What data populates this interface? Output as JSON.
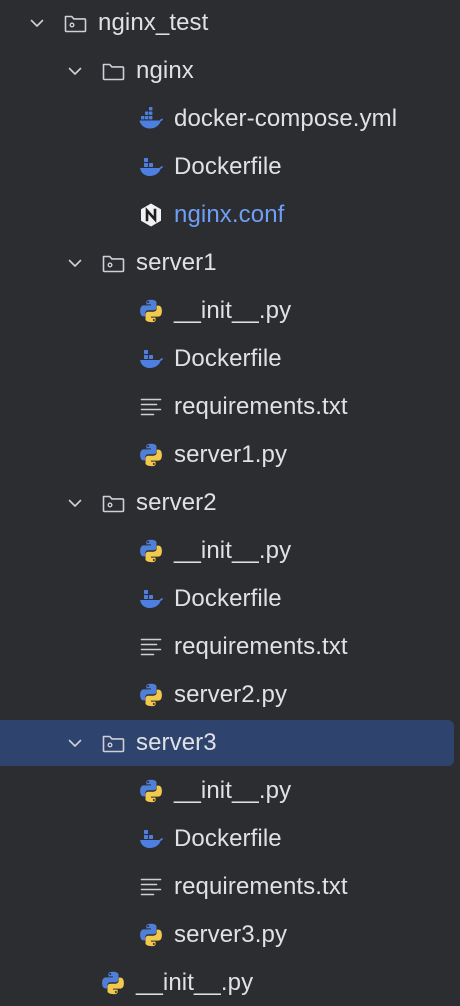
{
  "colors": {
    "background": "#2B2D30",
    "text": "#DFE1E5",
    "selection": "#2E436E",
    "link_text": "#6F9EF6",
    "docker_blue": "#4C7FDF",
    "python_blue": "#4F7FD8",
    "python_yellow": "#F2C94C"
  },
  "tree": [
    {
      "label": "nginx_test",
      "type": "folder",
      "icon": "module-folder-icon",
      "depth": 0,
      "expanded": true
    },
    {
      "label": "nginx",
      "type": "folder",
      "icon": "folder-icon",
      "depth": 1,
      "expanded": true
    },
    {
      "label": "docker-compose.yml",
      "type": "file",
      "icon": "docker-compose-icon",
      "depth": 2
    },
    {
      "label": "Dockerfile",
      "type": "file",
      "icon": "docker-icon",
      "depth": 2
    },
    {
      "label": "nginx.conf",
      "type": "file",
      "icon": "nginx-icon",
      "depth": 2,
      "link": true
    },
    {
      "label": "server1",
      "type": "folder",
      "icon": "module-folder-icon",
      "depth": 1,
      "expanded": true
    },
    {
      "label": "__init__.py",
      "type": "file",
      "icon": "python-icon",
      "depth": 2
    },
    {
      "label": "Dockerfile",
      "type": "file",
      "icon": "docker-icon",
      "depth": 2
    },
    {
      "label": "requirements.txt",
      "type": "file",
      "icon": "text-file-icon",
      "depth": 2
    },
    {
      "label": "server1.py",
      "type": "file",
      "icon": "python-icon",
      "depth": 2
    },
    {
      "label": "server2",
      "type": "folder",
      "icon": "module-folder-icon",
      "depth": 1,
      "expanded": true
    },
    {
      "label": "__init__.py",
      "type": "file",
      "icon": "python-icon",
      "depth": 2
    },
    {
      "label": "Dockerfile",
      "type": "file",
      "icon": "docker-icon",
      "depth": 2
    },
    {
      "label": "requirements.txt",
      "type": "file",
      "icon": "text-file-icon",
      "depth": 2
    },
    {
      "label": "server2.py",
      "type": "file",
      "icon": "python-icon",
      "depth": 2
    },
    {
      "label": "server3",
      "type": "folder",
      "icon": "module-folder-icon",
      "depth": 1,
      "expanded": true,
      "selected": true
    },
    {
      "label": "__init__.py",
      "type": "file",
      "icon": "python-icon",
      "depth": 2
    },
    {
      "label": "Dockerfile",
      "type": "file",
      "icon": "docker-icon",
      "depth": 2
    },
    {
      "label": "requirements.txt",
      "type": "file",
      "icon": "text-file-icon",
      "depth": 2
    },
    {
      "label": "server3.py",
      "type": "file",
      "icon": "python-icon",
      "depth": 2
    },
    {
      "label": "__init__.py",
      "type": "file",
      "icon": "python-icon",
      "depth": 1
    }
  ]
}
